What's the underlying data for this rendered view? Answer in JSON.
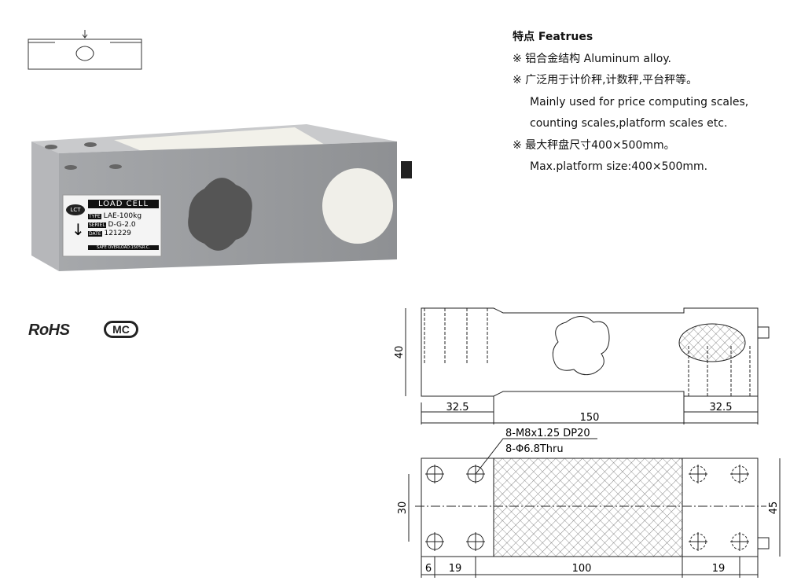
{
  "features": {
    "title": "特点 Featrues",
    "items": [
      "※ 铝合金结构 Aluminum alloy.",
      "※ 广泛用于计价秤,计数秤,平台秤等。",
      "Mainly used for price computing scales,",
      "counting scales,platform scales etc.",
      "※ 最大秤盘尺寸400×500mm。",
      "Max.platform size:400×500mm."
    ]
  },
  "label": {
    "brand": "LCT",
    "heading": "LOAD CELL",
    "type_key": "TYPE",
    "type_val": "LAE-100kg",
    "serial_key": "SERIEL",
    "serial_val": "D-G-2.0",
    "date_key": "DATE",
    "date_val": "121229",
    "overload": "SAFE OVERLOAD:150%R.C."
  },
  "certs": {
    "rohs": "RoHS",
    "mc": "MC"
  },
  "drawing": {
    "side": {
      "height": "40",
      "left": "32.5",
      "length": "150",
      "right": "32.5"
    },
    "plan": {
      "note1": "8-M8x1.25 DP20",
      "note2": "8-Φ6.8Thru",
      "hole_spacing": "30",
      "width": "45",
      "edge": "6",
      "left": "19",
      "center": "100",
      "right": "19"
    }
  }
}
